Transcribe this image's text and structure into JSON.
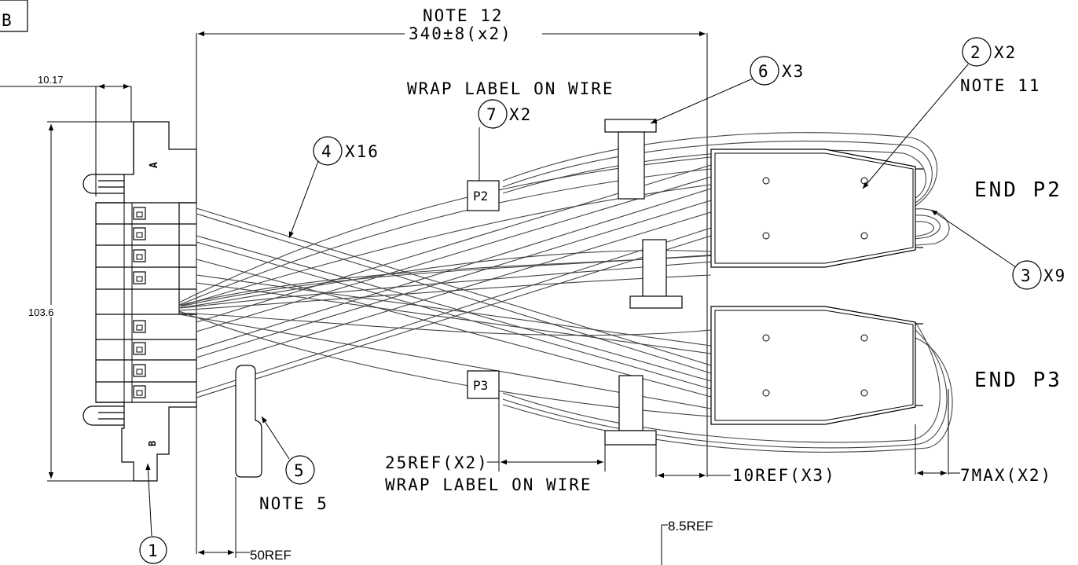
{
  "title_block": {
    "revision": "B"
  },
  "dimensions": {
    "overall_length_note": "NOTE 12",
    "overall_length": "340±8(x2)",
    "width_10_17": "10.17",
    "height_103_6": "103.6",
    "ref_25": "25REF(X2)",
    "ref_10": "10REF(X3)",
    "max_7": "7MAX(X2)",
    "ref_8_5": "8.5REF",
    "ref_50": "50REF"
  },
  "notes": {
    "wrap_label_top": "WRAP LABEL ON WIRE",
    "wrap_label_bottom": "WRAP LABEL ON WIRE",
    "note_11": "NOTE 11",
    "note_5": "NOTE 5",
    "end_p2": "END P2",
    "end_p3": "END P3"
  },
  "labels": {
    "p2": "P2",
    "p3": "P3",
    "connector_a": "A",
    "connector_b": "B"
  },
  "balloons": [
    {
      "number": "1",
      "qty": ""
    },
    {
      "number": "2",
      "qty": "X2"
    },
    {
      "number": "3",
      "qty": "X9"
    },
    {
      "number": "4",
      "qty": "X16"
    },
    {
      "number": "5",
      "qty": ""
    },
    {
      "number": "6",
      "qty": "X3"
    },
    {
      "number": "7",
      "qty": "X2"
    }
  ]
}
